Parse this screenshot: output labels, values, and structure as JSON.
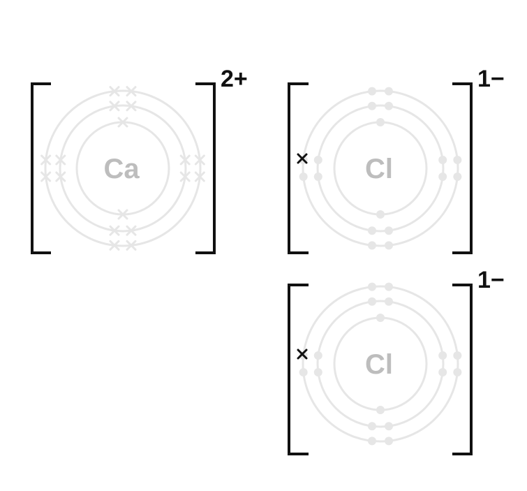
{
  "colors": {
    "faded": "#e6e6e6",
    "symbol": "#bdbdbd",
    "ink": "#111111"
  },
  "ions": [
    {
      "symbol": "Ca",
      "charge": "2+",
      "shells": [
        2,
        8,
        8
      ],
      "electron_marker": "cross",
      "highlighted_electrons": 0
    },
    {
      "symbol": "Cl",
      "charge": "1−",
      "shells": [
        2,
        8,
        8
      ],
      "electron_marker": "dot",
      "highlighted_electrons": 1
    },
    {
      "symbol": "Cl",
      "charge": "1−",
      "shells": [
        2,
        8,
        8
      ],
      "electron_marker": "dot",
      "highlighted_electrons": 1
    }
  ]
}
